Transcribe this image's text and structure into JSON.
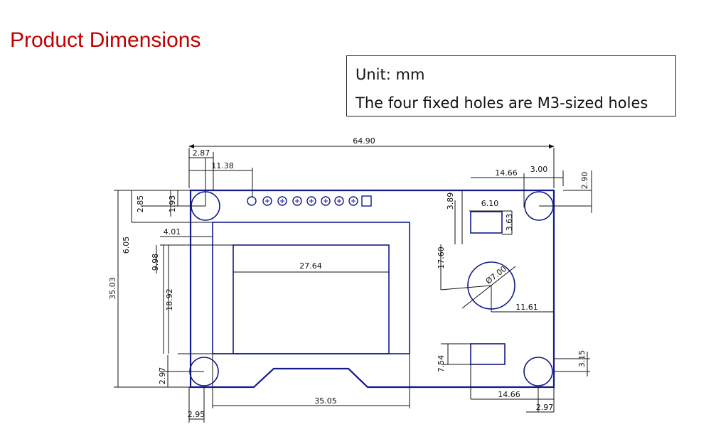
{
  "title": "Product Dimensions",
  "notes": {
    "unit": "Unit: mm",
    "holes": "The four fixed holes are M3-sized holes"
  },
  "dimensions": {
    "width": "64.90",
    "hole_x_offset": "2.87",
    "header_offset": "11.38",
    "right_hole_edge": "14.66",
    "right_hole_offset": "3.00",
    "top_right_hole_y": "2.90",
    "left_hole_y": "2.85",
    "left_hole_y2": "1.93",
    "upper_gap": "3.89",
    "comp_width": "6.10",
    "comp_height": "3.63",
    "frame_offset_y": "6.05",
    "frame_offset_x": "4.01",
    "screen_offset_y": "9.98",
    "total_height": "35.03",
    "screen_width": "27.64",
    "screen_height": "18.92",
    "vertical_17": "17.60",
    "diameter": "Ø7.00",
    "center_x": "11.61",
    "lower_comp_height": "7.54",
    "bottom_right_hole_y": "3.15",
    "bottom_left_hole_y": "2.97",
    "bottom_right_edge": "14.66",
    "frame_width": "35.05",
    "bottom_left_hole_x": "2.95",
    "bottom_right_hole_x": "2.97"
  }
}
